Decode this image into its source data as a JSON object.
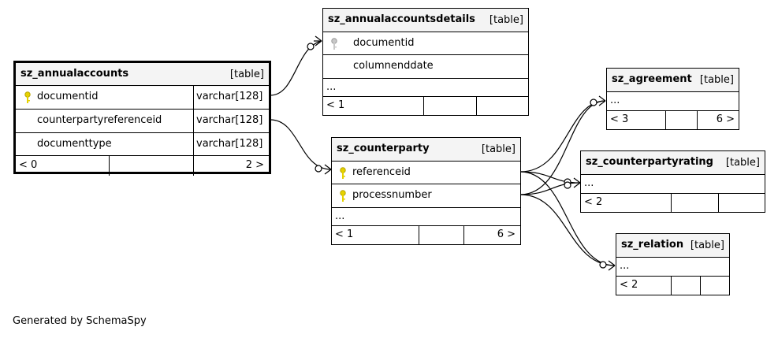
{
  "tables": {
    "annualaccounts": {
      "name": "sz_annualaccounts",
      "kind": "[table]",
      "columns": [
        {
          "name": "documentid",
          "type": "varchar[128]"
        },
        {
          "name": "counterpartyreferenceid",
          "type": "varchar[128]"
        },
        {
          "name": "documenttype",
          "type": "varchar[128]"
        }
      ],
      "footer": {
        "left": "< 0",
        "right": "2 >"
      }
    },
    "details": {
      "name": "sz_annualaccountsdetails",
      "kind": "[table]",
      "columns": [
        {
          "name": "documentid"
        },
        {
          "name": "columnenddate"
        }
      ],
      "more": "...",
      "footer": {
        "left": "< 1",
        "right": ""
      }
    },
    "counterparty": {
      "name": "sz_counterparty",
      "kind": "[table]",
      "columns": [
        {
          "name": "referenceid"
        },
        {
          "name": "processnumber"
        }
      ],
      "more": "...",
      "footer": {
        "left": "< 1",
        "right": "6 >"
      }
    },
    "agreement": {
      "name": "sz_agreement",
      "kind": "[table]",
      "more": "...",
      "footer": {
        "left": "< 3",
        "right": "6 >"
      }
    },
    "rating": {
      "name": "sz_counterpartyrating",
      "kind": "[table]",
      "more": "...",
      "footer": {
        "left": "< 2",
        "right": ""
      }
    },
    "relation": {
      "name": "sz_relation",
      "kind": "[table]",
      "more": "...",
      "footer": {
        "left": "< 2",
        "right": ""
      }
    }
  },
  "credit": "Generated by SchemaSpy"
}
